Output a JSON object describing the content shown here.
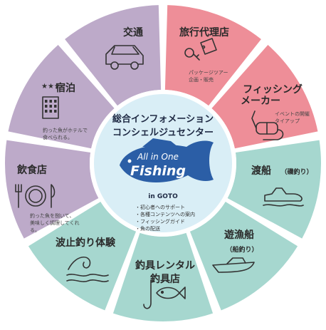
{
  "center": {
    "title_line1": "総合インフォメーション",
    "title_line2": "コンシェルジュセンター",
    "logo_line1": "All in One",
    "logo_line2": "Fishing",
    "logo_sub": "in GOTO",
    "bullets": [
      "・初心者へのサポート",
      "・各種コンテンツへの案内",
      "・フィッシングガイド",
      "・魚の配送"
    ]
  },
  "segments": [
    {
      "id": "transport",
      "label": "交通",
      "label2": "",
      "sub": [],
      "icon": "car-icon",
      "color": "#bdaac9"
    },
    {
      "id": "travel-agency",
      "label": "旅行代理店",
      "label2": "",
      "sub": [
        "パッケージツアー",
        "企画・販売"
      ],
      "icon": "keys-tag-icon",
      "color": "#ee8e98"
    },
    {
      "id": "fishing-maker",
      "label": "フィッシング",
      "label2": "メーカー",
      "sub": [
        "イベントの開催",
        "タイアップ"
      ],
      "icon": "snorkel-mask-icon",
      "color": "#ee8e98"
    },
    {
      "id": "ferry-rock",
      "label": "渡船",
      "label2": "（磯釣り）",
      "sub": [],
      "icon": "jet-ski-icon",
      "color": "#a6d7cf"
    },
    {
      "id": "boat-fishing",
      "label": "遊漁船",
      "label2": "（船釣り）",
      "sub": [],
      "icon": "motor-boat-icon",
      "color": "#a6d7cf"
    },
    {
      "id": "tackle-rental",
      "label": "釣具レンタル",
      "label2": "釣具店",
      "sub": [],
      "icon": "fish-hook-icon",
      "color": "#a6d7cf"
    },
    {
      "id": "breakwater",
      "label": "波止釣り体験",
      "label2": "",
      "sub": [],
      "icon": "wave-icon",
      "color": "#a6d7cf"
    },
    {
      "id": "restaurant",
      "label": "飲食店",
      "label2": "",
      "sub": [
        "釣った魚を捌いて、",
        "美味しく調理してくれ",
        "る。"
      ],
      "icon": "plate-cutlery-icon",
      "color": "#bdaac9"
    },
    {
      "id": "lodging",
      "label": "宿泊",
      "label2": "",
      "sub": [
        "釣った魚がホテルで",
        "食べられる。"
      ],
      "icon": "hotel-icon",
      "color": "#bdaac9"
    }
  ],
  "hotel_stars": "★★★"
}
